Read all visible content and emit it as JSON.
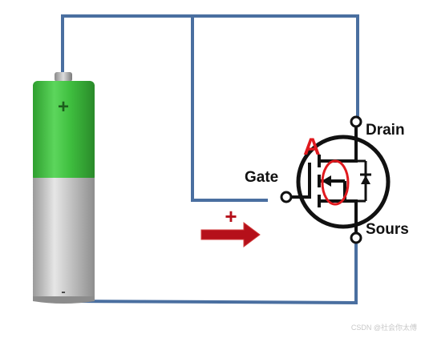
{
  "battery": {
    "positive_symbol": "+",
    "negative_symbol": "-"
  },
  "mosfet": {
    "marker_label": "A",
    "drain_label": "Drain",
    "gate_label": "Gate",
    "source_label": "Sours"
  },
  "current_indicator": {
    "symbol": "+"
  },
  "watermark": "CSDN @社会你太傅",
  "colors": {
    "wire": "#4a6fa0",
    "battery_green": "#3fbf3f",
    "battery_silver": "#c9c9c9",
    "marker_red": "#e0191e",
    "arrow_red": "#b5101a",
    "symbol_black": "#111111",
    "watermark": "#c8c8c8"
  }
}
